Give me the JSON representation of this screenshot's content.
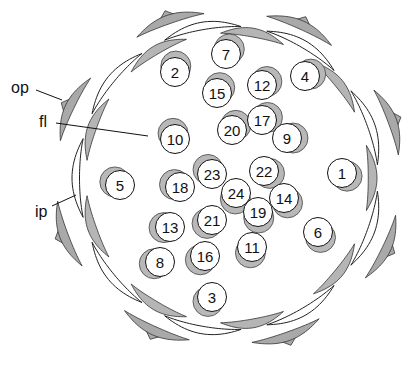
{
  "diagram": {
    "nodes": [
      {
        "text": [
          "7"
        ]
      },
      {
        "text": [
          "2"
        ]
      },
      {
        "text": [
          "12"
        ]
      },
      {
        "text": [
          "4"
        ]
      },
      {
        "text": [
          "15"
        ]
      },
      {
        "text": [
          "17"
        ]
      },
      {
        "text": [
          "20"
        ]
      },
      {
        "text": [
          "9"
        ]
      },
      {
        "text": [
          "10"
        ]
      },
      {
        "text": [
          "22"
        ]
      },
      {
        "text": [
          "1"
        ]
      },
      {
        "text": [
          "23"
        ]
      },
      {
        "text": [
          "5"
        ]
      },
      {
        "text": [
          "18"
        ]
      },
      {
        "text": [
          "24"
        ]
      },
      {
        "text": [
          "14"
        ]
      },
      {
        "text": [
          "19"
        ]
      },
      {
        "text": [
          "21"
        ]
      },
      {
        "text": [
          "13"
        ]
      },
      {
        "text": [
          "6"
        ]
      },
      {
        "text": [
          "11"
        ]
      },
      {
        "text": [
          "16"
        ]
      },
      {
        "text": [
          "8"
        ]
      },
      {
        "text": [
          "3"
        ]
      }
    ],
    "labels": [
      "op",
      "fl",
      "ip"
    ]
  }
}
